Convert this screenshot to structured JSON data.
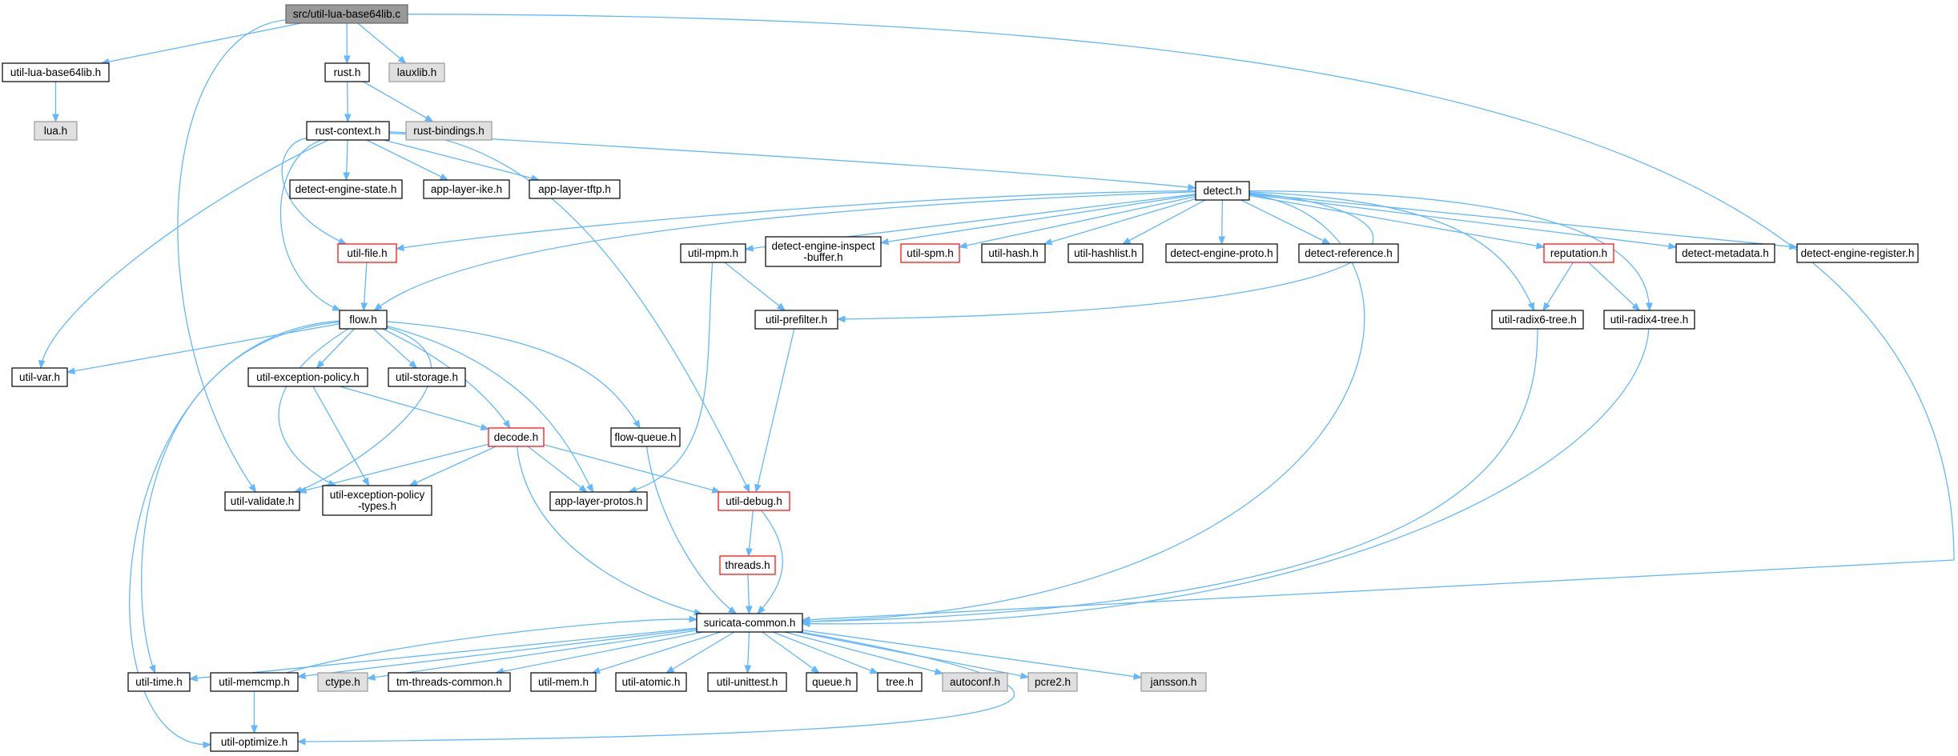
{
  "colors": {
    "edge": "#63b8ff",
    "box_stroke": "#000000",
    "box_fill": "#ffffff",
    "root_fill": "#999999",
    "root_stroke": "#666666",
    "external_fill": "#e0e0e0",
    "external_stroke": "#999999",
    "incomplete_stroke": "#ff0000"
  },
  "nodes": [
    {
      "id": "root",
      "lines": [
        "src/util-lua-base64lib.c"
      ],
      "kind": "root"
    },
    {
      "id": "util_lua_base64lib_h",
      "lines": [
        "util-lua-base64lib.h"
      ],
      "kind": "normal"
    },
    {
      "id": "lua_h",
      "lines": [
        "lua.h"
      ],
      "kind": "external"
    },
    {
      "id": "rust_h",
      "lines": [
        "rust.h"
      ],
      "kind": "normal"
    },
    {
      "id": "lauxlib_h",
      "lines": [
        "lauxlib.h"
      ],
      "kind": "external"
    },
    {
      "id": "rust_bindings_h",
      "lines": [
        "rust-bindings.h"
      ],
      "kind": "external"
    },
    {
      "id": "rust_context_h",
      "lines": [
        "rust-context.h"
      ],
      "kind": "normal"
    },
    {
      "id": "detect_engine_state_h",
      "lines": [
        "detect-engine-state.h"
      ],
      "kind": "normal"
    },
    {
      "id": "app_layer_ike_h",
      "lines": [
        "app-layer-ike.h"
      ],
      "kind": "normal"
    },
    {
      "id": "app_layer_tftp_h",
      "lines": [
        "app-layer-tftp.h"
      ],
      "kind": "normal"
    },
    {
      "id": "detect_h",
      "lines": [
        "detect.h"
      ],
      "kind": "normal"
    },
    {
      "id": "util_file_h",
      "lines": [
        "util-file.h"
      ],
      "kind": "incomplete"
    },
    {
      "id": "util_mpm_h",
      "lines": [
        "util-mpm.h"
      ],
      "kind": "normal"
    },
    {
      "id": "detect_engine_inspect_buffer_h",
      "lines": [
        "detect-engine-inspect",
        "-buffer.h"
      ],
      "kind": "normal"
    },
    {
      "id": "util_spm_h",
      "lines": [
        "util-spm.h"
      ],
      "kind": "incomplete"
    },
    {
      "id": "util_hash_h",
      "lines": [
        "util-hash.h"
      ],
      "kind": "normal"
    },
    {
      "id": "util_hashlist_h",
      "lines": [
        "util-hashlist.h"
      ],
      "kind": "normal"
    },
    {
      "id": "detect_engine_proto_h",
      "lines": [
        "detect-engine-proto.h"
      ],
      "kind": "normal"
    },
    {
      "id": "detect_reference_h",
      "lines": [
        "detect-reference.h"
      ],
      "kind": "normal"
    },
    {
      "id": "reputation_h",
      "lines": [
        "reputation.h"
      ],
      "kind": "incomplete"
    },
    {
      "id": "detect_metadata_h",
      "lines": [
        "detect-metadata.h"
      ],
      "kind": "normal"
    },
    {
      "id": "detect_engine_register_h",
      "lines": [
        "detect-engine-register.h"
      ],
      "kind": "normal"
    },
    {
      "id": "flow_h",
      "lines": [
        "flow.h"
      ],
      "kind": "normal"
    },
    {
      "id": "util_prefilter_h",
      "lines": [
        "util-prefilter.h"
      ],
      "kind": "normal"
    },
    {
      "id": "util_radix6_tree_h",
      "lines": [
        "util-radix6-tree.h"
      ],
      "kind": "normal"
    },
    {
      "id": "util_radix4_tree_h",
      "lines": [
        "util-radix4-tree.h"
      ],
      "kind": "normal"
    },
    {
      "id": "util_var_h",
      "lines": [
        "util-var.h"
      ],
      "kind": "normal"
    },
    {
      "id": "util_exception_policy_h",
      "lines": [
        "util-exception-policy.h"
      ],
      "kind": "normal"
    },
    {
      "id": "util_storage_h",
      "lines": [
        "util-storage.h"
      ],
      "kind": "normal"
    },
    {
      "id": "decode_h",
      "lines": [
        "decode.h"
      ],
      "kind": "incomplete"
    },
    {
      "id": "flow_queue_h",
      "lines": [
        "flow-queue.h"
      ],
      "kind": "normal"
    },
    {
      "id": "util_validate_h",
      "lines": [
        "util-validate.h"
      ],
      "kind": "normal"
    },
    {
      "id": "util_exception_policy_types_h",
      "lines": [
        "util-exception-policy",
        "-types.h"
      ],
      "kind": "normal"
    },
    {
      "id": "app_layer_protos_h",
      "lines": [
        "app-layer-protos.h"
      ],
      "kind": "normal"
    },
    {
      "id": "util_debug_h",
      "lines": [
        "util-debug.h"
      ],
      "kind": "incomplete"
    },
    {
      "id": "threads_h",
      "lines": [
        "threads.h"
      ],
      "kind": "incomplete"
    },
    {
      "id": "suricata_common_h",
      "lines": [
        "suricata-common.h"
      ],
      "kind": "normal"
    },
    {
      "id": "util_time_h",
      "lines": [
        "util-time.h"
      ],
      "kind": "normal"
    },
    {
      "id": "util_memcmp_h",
      "lines": [
        "util-memcmp.h"
      ],
      "kind": "normal"
    },
    {
      "id": "ctype_h",
      "lines": [
        "ctype.h"
      ],
      "kind": "external"
    },
    {
      "id": "tm_threads_common_h",
      "lines": [
        "tm-threads-common.h"
      ],
      "kind": "normal"
    },
    {
      "id": "util_mem_h",
      "lines": [
        "util-mem.h"
      ],
      "kind": "normal"
    },
    {
      "id": "util_atomic_h",
      "lines": [
        "util-atomic.h"
      ],
      "kind": "normal"
    },
    {
      "id": "util_unittest_h",
      "lines": [
        "util-unittest.h"
      ],
      "kind": "normal"
    },
    {
      "id": "queue_h",
      "lines": [
        "queue.h"
      ],
      "kind": "normal"
    },
    {
      "id": "tree_h",
      "lines": [
        "tree.h"
      ],
      "kind": "normal"
    },
    {
      "id": "autoconf_h",
      "lines": [
        "autoconf.h"
      ],
      "kind": "external"
    },
    {
      "id": "pcre2_h",
      "lines": [
        "pcre2.h"
      ],
      "kind": "external"
    },
    {
      "id": "jansson_h",
      "lines": [
        "jansson.h"
      ],
      "kind": "external"
    },
    {
      "id": "util_optimize_h",
      "lines": [
        "util-optimize.h"
      ],
      "kind": "normal"
    }
  ],
  "edges": [
    [
      "root",
      "util_lua_base64lib_h"
    ],
    [
      "root",
      "rust_h"
    ],
    [
      "root",
      "lauxlib_h"
    ],
    [
      "root",
      "util_validate_h"
    ],
    [
      "root",
      "suricata_common_h"
    ],
    [
      "util_lua_base64lib_h",
      "lua_h"
    ],
    [
      "rust_h",
      "rust_context_h"
    ],
    [
      "rust_h",
      "rust_bindings_h"
    ],
    [
      "rust_context_h",
      "detect_engine_state_h"
    ],
    [
      "rust_context_h",
      "app_layer_ike_h"
    ],
    [
      "rust_context_h",
      "app_layer_tftp_h"
    ],
    [
      "rust_context_h",
      "detect_h"
    ],
    [
      "rust_context_h",
      "util_file_h"
    ],
    [
      "rust_context_h",
      "flow_h"
    ],
    [
      "rust_context_h",
      "util_var_h"
    ],
    [
      "rust_context_h",
      "util_debug_h"
    ],
    [
      "detect_h",
      "util_file_h"
    ],
    [
      "detect_h",
      "util_mpm_h"
    ],
    [
      "detect_h",
      "detect_engine_inspect_buffer_h"
    ],
    [
      "detect_h",
      "util_spm_h"
    ],
    [
      "detect_h",
      "util_hash_h"
    ],
    [
      "detect_h",
      "util_hashlist_h"
    ],
    [
      "detect_h",
      "detect_engine_proto_h"
    ],
    [
      "detect_h",
      "detect_reference_h"
    ],
    [
      "detect_h",
      "reputation_h"
    ],
    [
      "detect_h",
      "detect_metadata_h"
    ],
    [
      "detect_h",
      "detect_engine_register_h"
    ],
    [
      "detect_h",
      "flow_h"
    ],
    [
      "detect_h",
      "util_prefilter_h"
    ],
    [
      "detect_h",
      "util_radix6_tree_h"
    ],
    [
      "detect_h",
      "util_radix4_tree_h"
    ],
    [
      "detect_h",
      "suricata_common_h"
    ],
    [
      "util_file_h",
      "flow_h"
    ],
    [
      "util_mpm_h",
      "util_prefilter_h"
    ],
    [
      "util_mpm_h",
      "app_layer_protos_h"
    ],
    [
      "reputation_h",
      "util_radix6_tree_h"
    ],
    [
      "reputation_h",
      "util_radix4_tree_h"
    ],
    [
      "util_prefilter_h",
      "util_debug_h"
    ],
    [
      "util_radix6_tree_h",
      "suricata_common_h"
    ],
    [
      "util_radix4_tree_h",
      "suricata_common_h"
    ],
    [
      "flow_h",
      "util_var_h"
    ],
    [
      "flow_h",
      "util_exception_policy_h"
    ],
    [
      "flow_h",
      "util_storage_h"
    ],
    [
      "flow_h",
      "decode_h"
    ],
    [
      "flow_h",
      "flow_queue_h"
    ],
    [
      "flow_h",
      "util_validate_h"
    ],
    [
      "flow_h",
      "util_exception_policy_types_h"
    ],
    [
      "flow_h",
      "app_layer_protos_h"
    ],
    [
      "flow_h",
      "util_time_h"
    ],
    [
      "flow_h",
      "util_optimize_h"
    ],
    [
      "util_exception_policy_h",
      "decode_h"
    ],
    [
      "util_exception_policy_h",
      "util_exception_policy_types_h"
    ],
    [
      "decode_h",
      "util_validate_h"
    ],
    [
      "decode_h",
      "util_exception_policy_types_h"
    ],
    [
      "decode_h",
      "app_layer_protos_h"
    ],
    [
      "decode_h",
      "util_debug_h"
    ],
    [
      "decode_h",
      "suricata_common_h"
    ],
    [
      "flow_queue_h",
      "suricata_common_h"
    ],
    [
      "util_debug_h",
      "threads_h"
    ],
    [
      "util_debug_h",
      "suricata_common_h"
    ],
    [
      "threads_h",
      "suricata_common_h"
    ],
    [
      "suricata_common_h",
      "util_time_h"
    ],
    [
      "suricata_common_h",
      "util_memcmp_h"
    ],
    [
      "suricata_common_h",
      "ctype_h"
    ],
    [
      "suricata_common_h",
      "tm_threads_common_h"
    ],
    [
      "suricata_common_h",
      "util_mem_h"
    ],
    [
      "suricata_common_h",
      "util_atomic_h"
    ],
    [
      "suricata_common_h",
      "util_unittest_h"
    ],
    [
      "suricata_common_h",
      "queue_h"
    ],
    [
      "suricata_common_h",
      "tree_h"
    ],
    [
      "suricata_common_h",
      "autoconf_h"
    ],
    [
      "suricata_common_h",
      "pcre2_h"
    ],
    [
      "suricata_common_h",
      "jansson_h"
    ],
    [
      "suricata_common_h",
      "util_optimize_h"
    ],
    [
      "util_memcmp_h",
      "suricata_common_h"
    ],
    [
      "util_memcmp_h",
      "util_optimize_h"
    ]
  ]
}
